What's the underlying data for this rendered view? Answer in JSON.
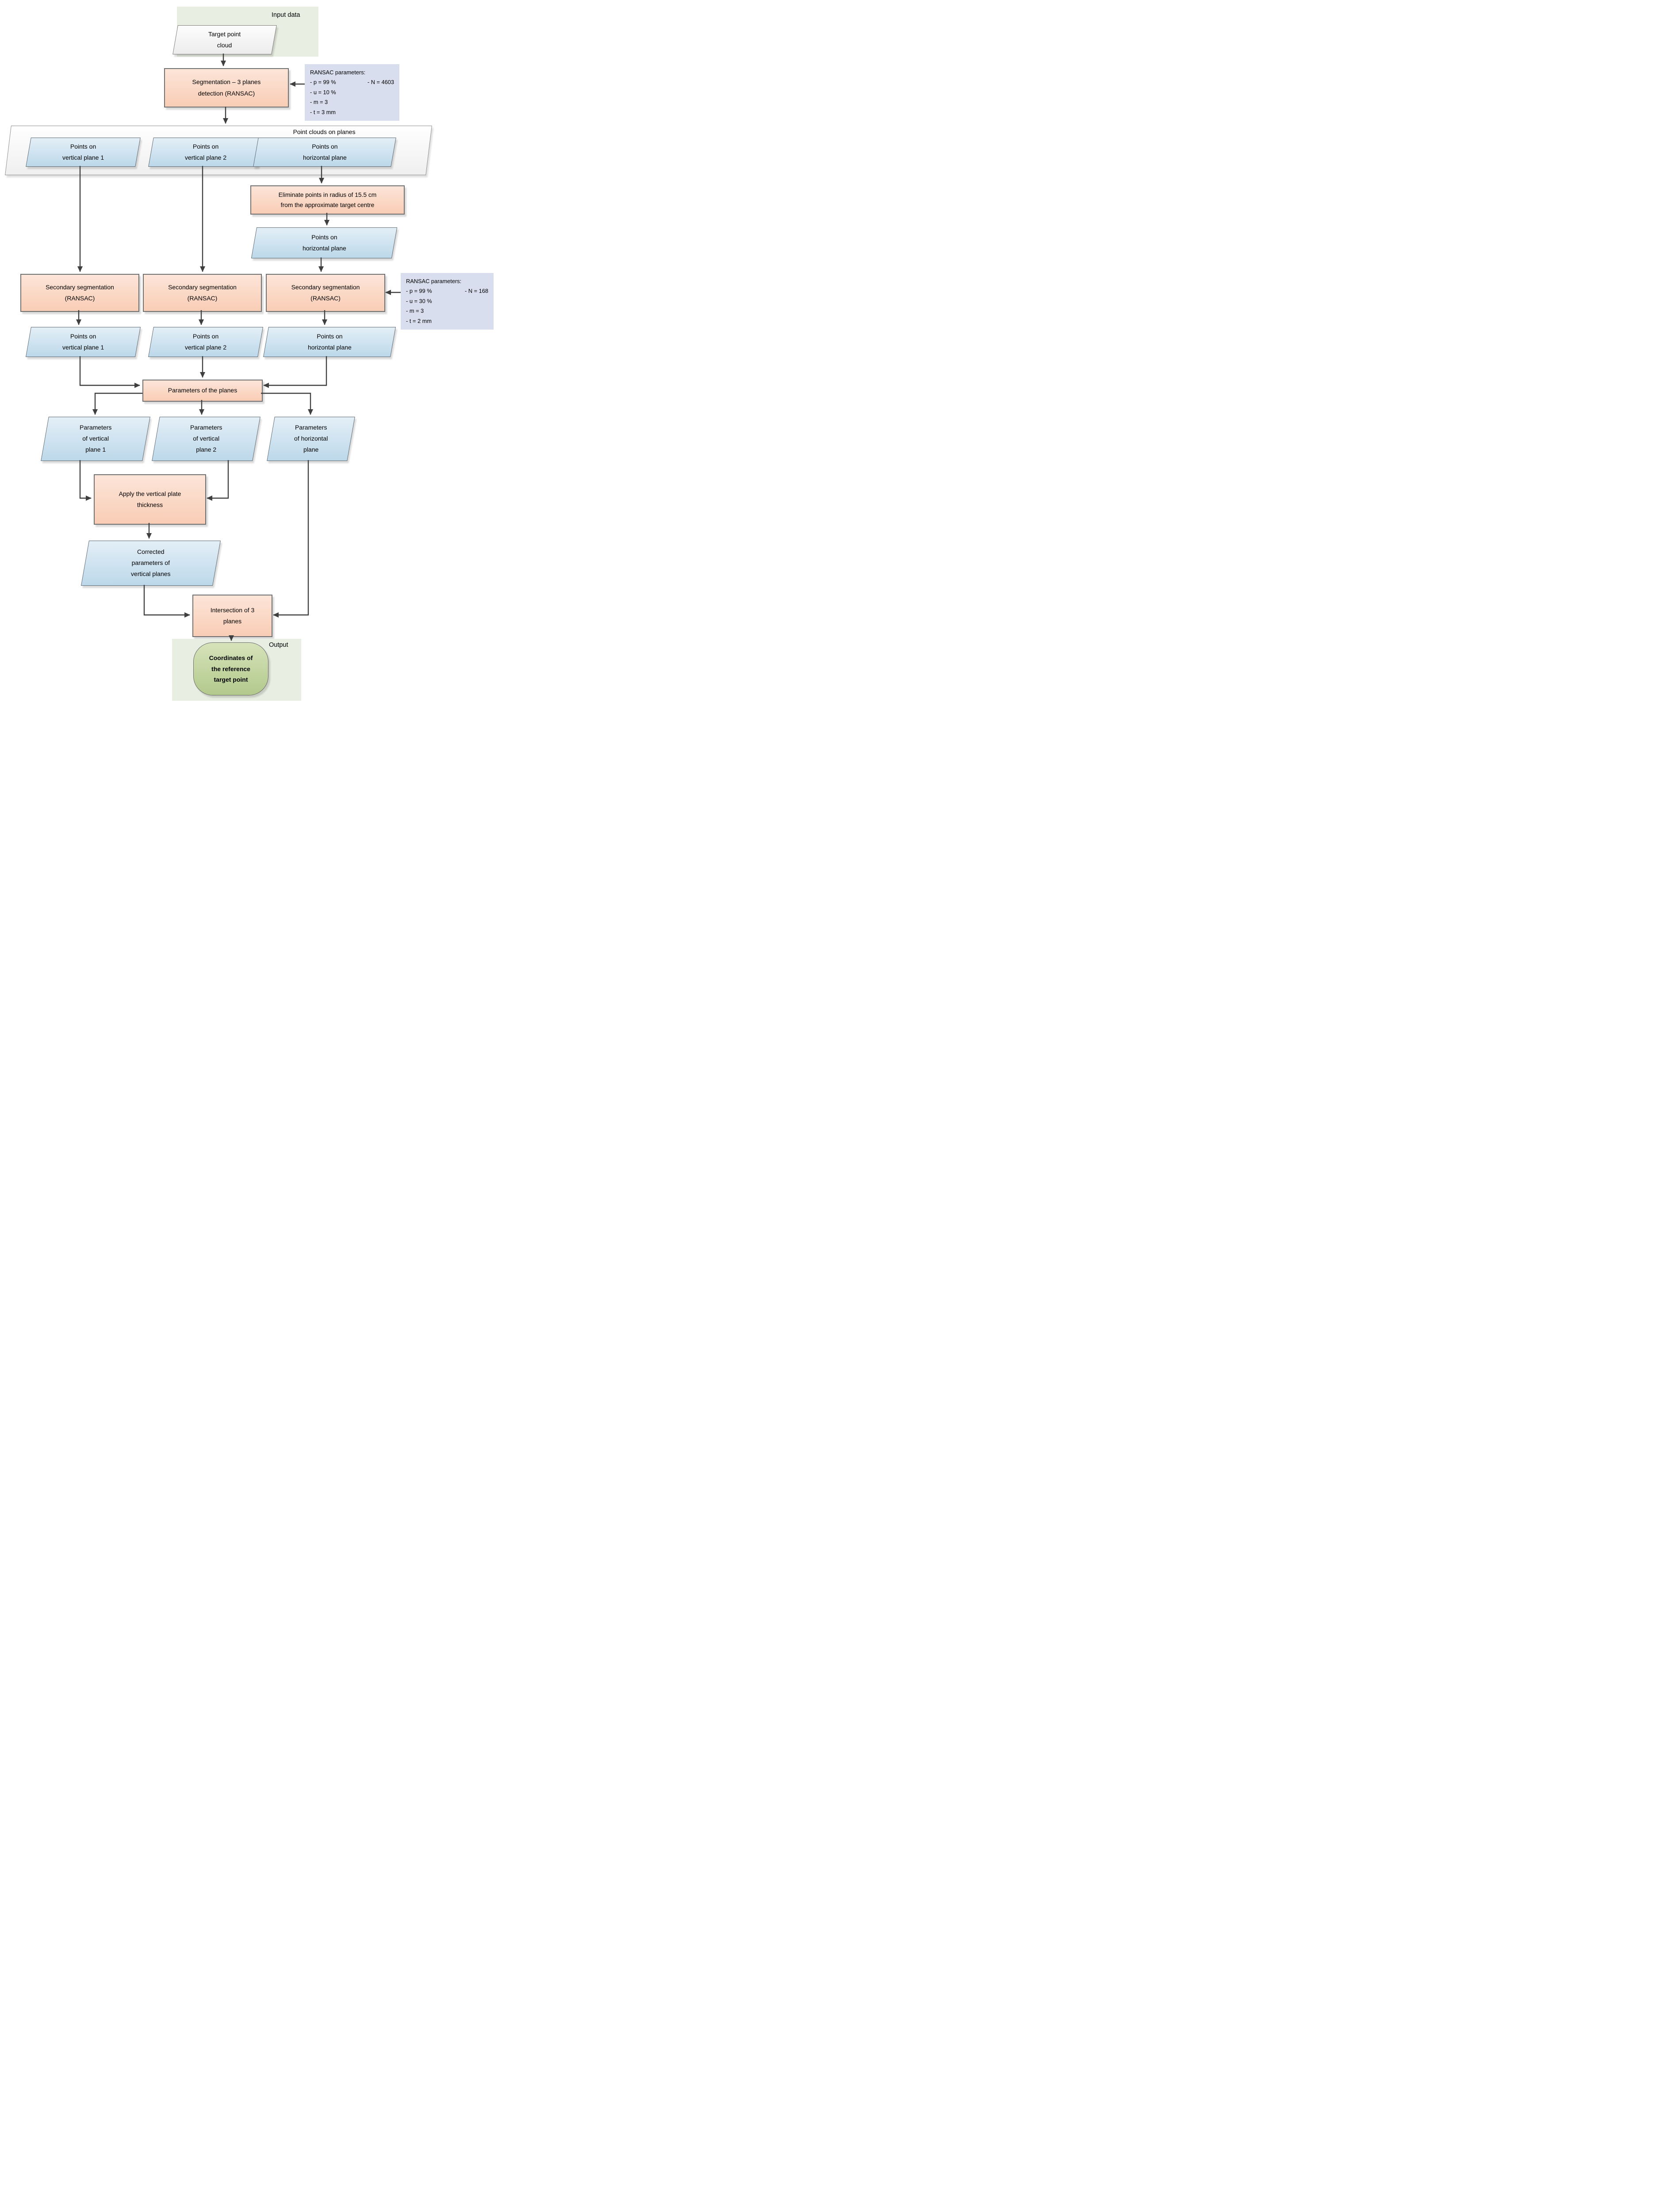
{
  "areas": {
    "input_label": "Input data",
    "output_label": "Output"
  },
  "nodes": {
    "target_point_cloud": "Target point\ncloud",
    "segmentation": "Segmentation – 3 planes\ndetection (RANSAC)",
    "point_clouds_on_planes": "Point clouds on planes",
    "points_vertical_1": "Points on\nvertical plane 1",
    "points_vertical_2": "Points on\nvertical plane 2",
    "points_horizontal": "Points on\nhorizontal plane",
    "eliminate": "Eliminate points in radius of 15.5 cm\nfrom the approximate target centre",
    "secondary_segmentation": "Secondary segmentation\n(RANSAC)",
    "parameters_of_planes": "Parameters of the planes",
    "parameters_vertical_1": "Parameters\nof vertical\nplane 1",
    "parameters_vertical_2": "Parameters\nof vertical\nplane 2",
    "parameters_horizontal": "Parameters\nof horizontal\nplane",
    "apply_thickness": "Apply the vertical plate\nthickness",
    "corrected_parameters": "Corrected\nparameters of\nvertical planes",
    "intersection": "Intersection of 3\nplanes",
    "output_coordinates": "Coordinates of\nthe reference\ntarget point"
  },
  "ransac_params_1": {
    "title": "RANSAC parameters:",
    "p": "- p = 99 %",
    "n": "- N = 4603",
    "u": "- u = 10 %",
    "m": "- m = 3",
    "t": "- t = 3 mm"
  },
  "ransac_params_2": {
    "title": "RANSAC parameters:",
    "p": "- p = 99 %",
    "n": "- N = 168",
    "u": "- u = 30 %",
    "m": "- m = 3",
    "t": "- t = 2 mm"
  },
  "colors": {
    "process_fill_top": "#fce5d9",
    "process_fill_bottom": "#f9cdb5",
    "data_fill_top": "#e4eff7",
    "data_fill_bottom": "#bcd8ea",
    "params_fill": "#d8deee",
    "area_fill": "#e9eee2",
    "output_fill_top": "#d6e3ba",
    "output_fill_bottom": "#b2c98c",
    "connector": "#3f3f3f"
  }
}
